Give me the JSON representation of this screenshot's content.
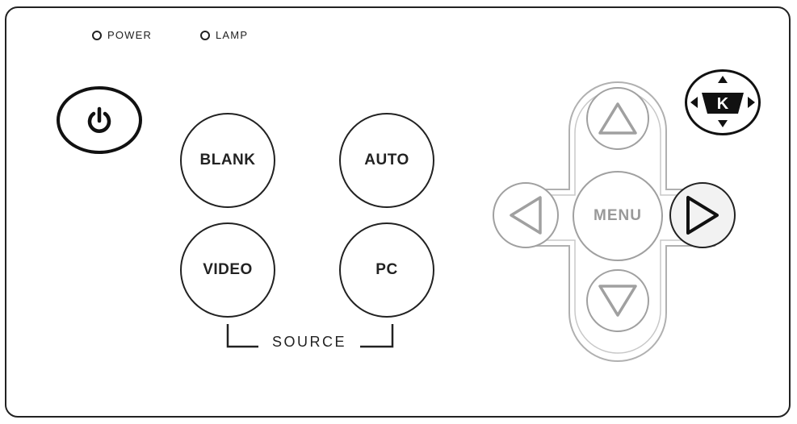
{
  "indicators": {
    "power_label": "POWER",
    "lamp_label": "LAMP"
  },
  "buttons": {
    "blank": "BLANK",
    "auto": "AUTO",
    "video": "VIDEO",
    "pc": "PC",
    "menu": "MENU"
  },
  "source_label": "SOURCE",
  "keystone_letter": "K",
  "icons": [
    "power-icon",
    "keystone-icon",
    "arrow-up-icon",
    "arrow-down-icon",
    "arrow-left-icon",
    "arrow-right-icon"
  ],
  "colors": {
    "outline": "#222222",
    "inactive": "#a0a0a0",
    "active_fill": "#f2f2f2"
  }
}
